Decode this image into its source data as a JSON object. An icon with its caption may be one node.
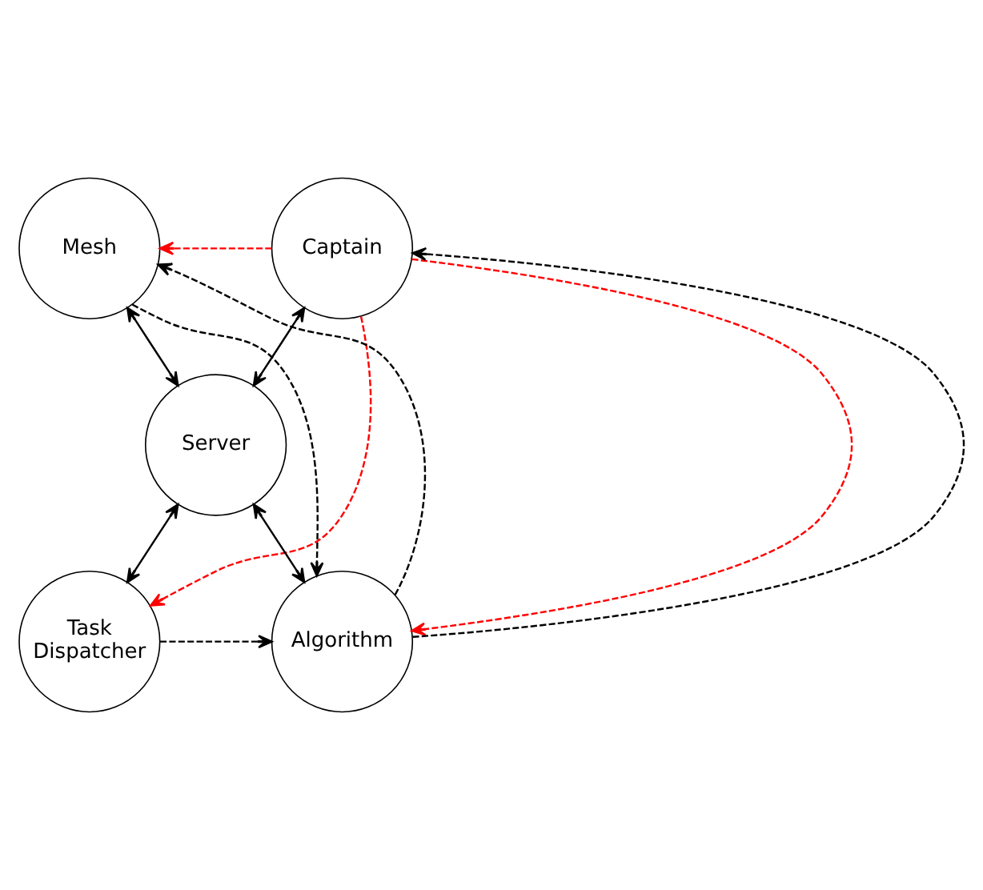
{
  "diagram": {
    "nodes": [
      {
        "text": [
          "Mesh"
        ]
      },
      {
        "text": [
          "Captain"
        ]
      },
      {
        "text": [
          "Server"
        ]
      },
      {
        "text": [
          "Task Dispatcher"
        ]
      },
      {
        "text": [
          "Algorithm"
        ]
      }
    ],
    "edges": [
      {
        "from": 1,
        "to": 0,
        "arrow": "to",
        "style": "dashed",
        "color": "#ff0000"
      },
      {
        "from": 4,
        "to": 0,
        "arrow": "to",
        "style": "dashed"
      },
      {
        "from": 0,
        "to": 2,
        "arrow": "both"
      },
      {
        "from": 1,
        "to": 2,
        "arrow": "both"
      },
      {
        "from": 1,
        "to": 3,
        "arrow": "to",
        "style": "dashed",
        "color": "#ff0000"
      },
      {
        "from": 1,
        "to": 4,
        "arrow": "to",
        "style": "dashed",
        "color": "#ff0000"
      },
      {
        "from": 0,
        "to": 4,
        "arrow": "to",
        "style": "dashed"
      },
      {
        "from": 4,
        "to": 1,
        "arrow": "to",
        "style": "dashed"
      },
      {
        "from": 2,
        "to": 3,
        "arrow": "both"
      },
      {
        "from": 2,
        "to": 4,
        "arrow": "both"
      },
      {
        "from": 3,
        "to": 4,
        "arrow": "to",
        "style": "dashed"
      }
    ]
  }
}
